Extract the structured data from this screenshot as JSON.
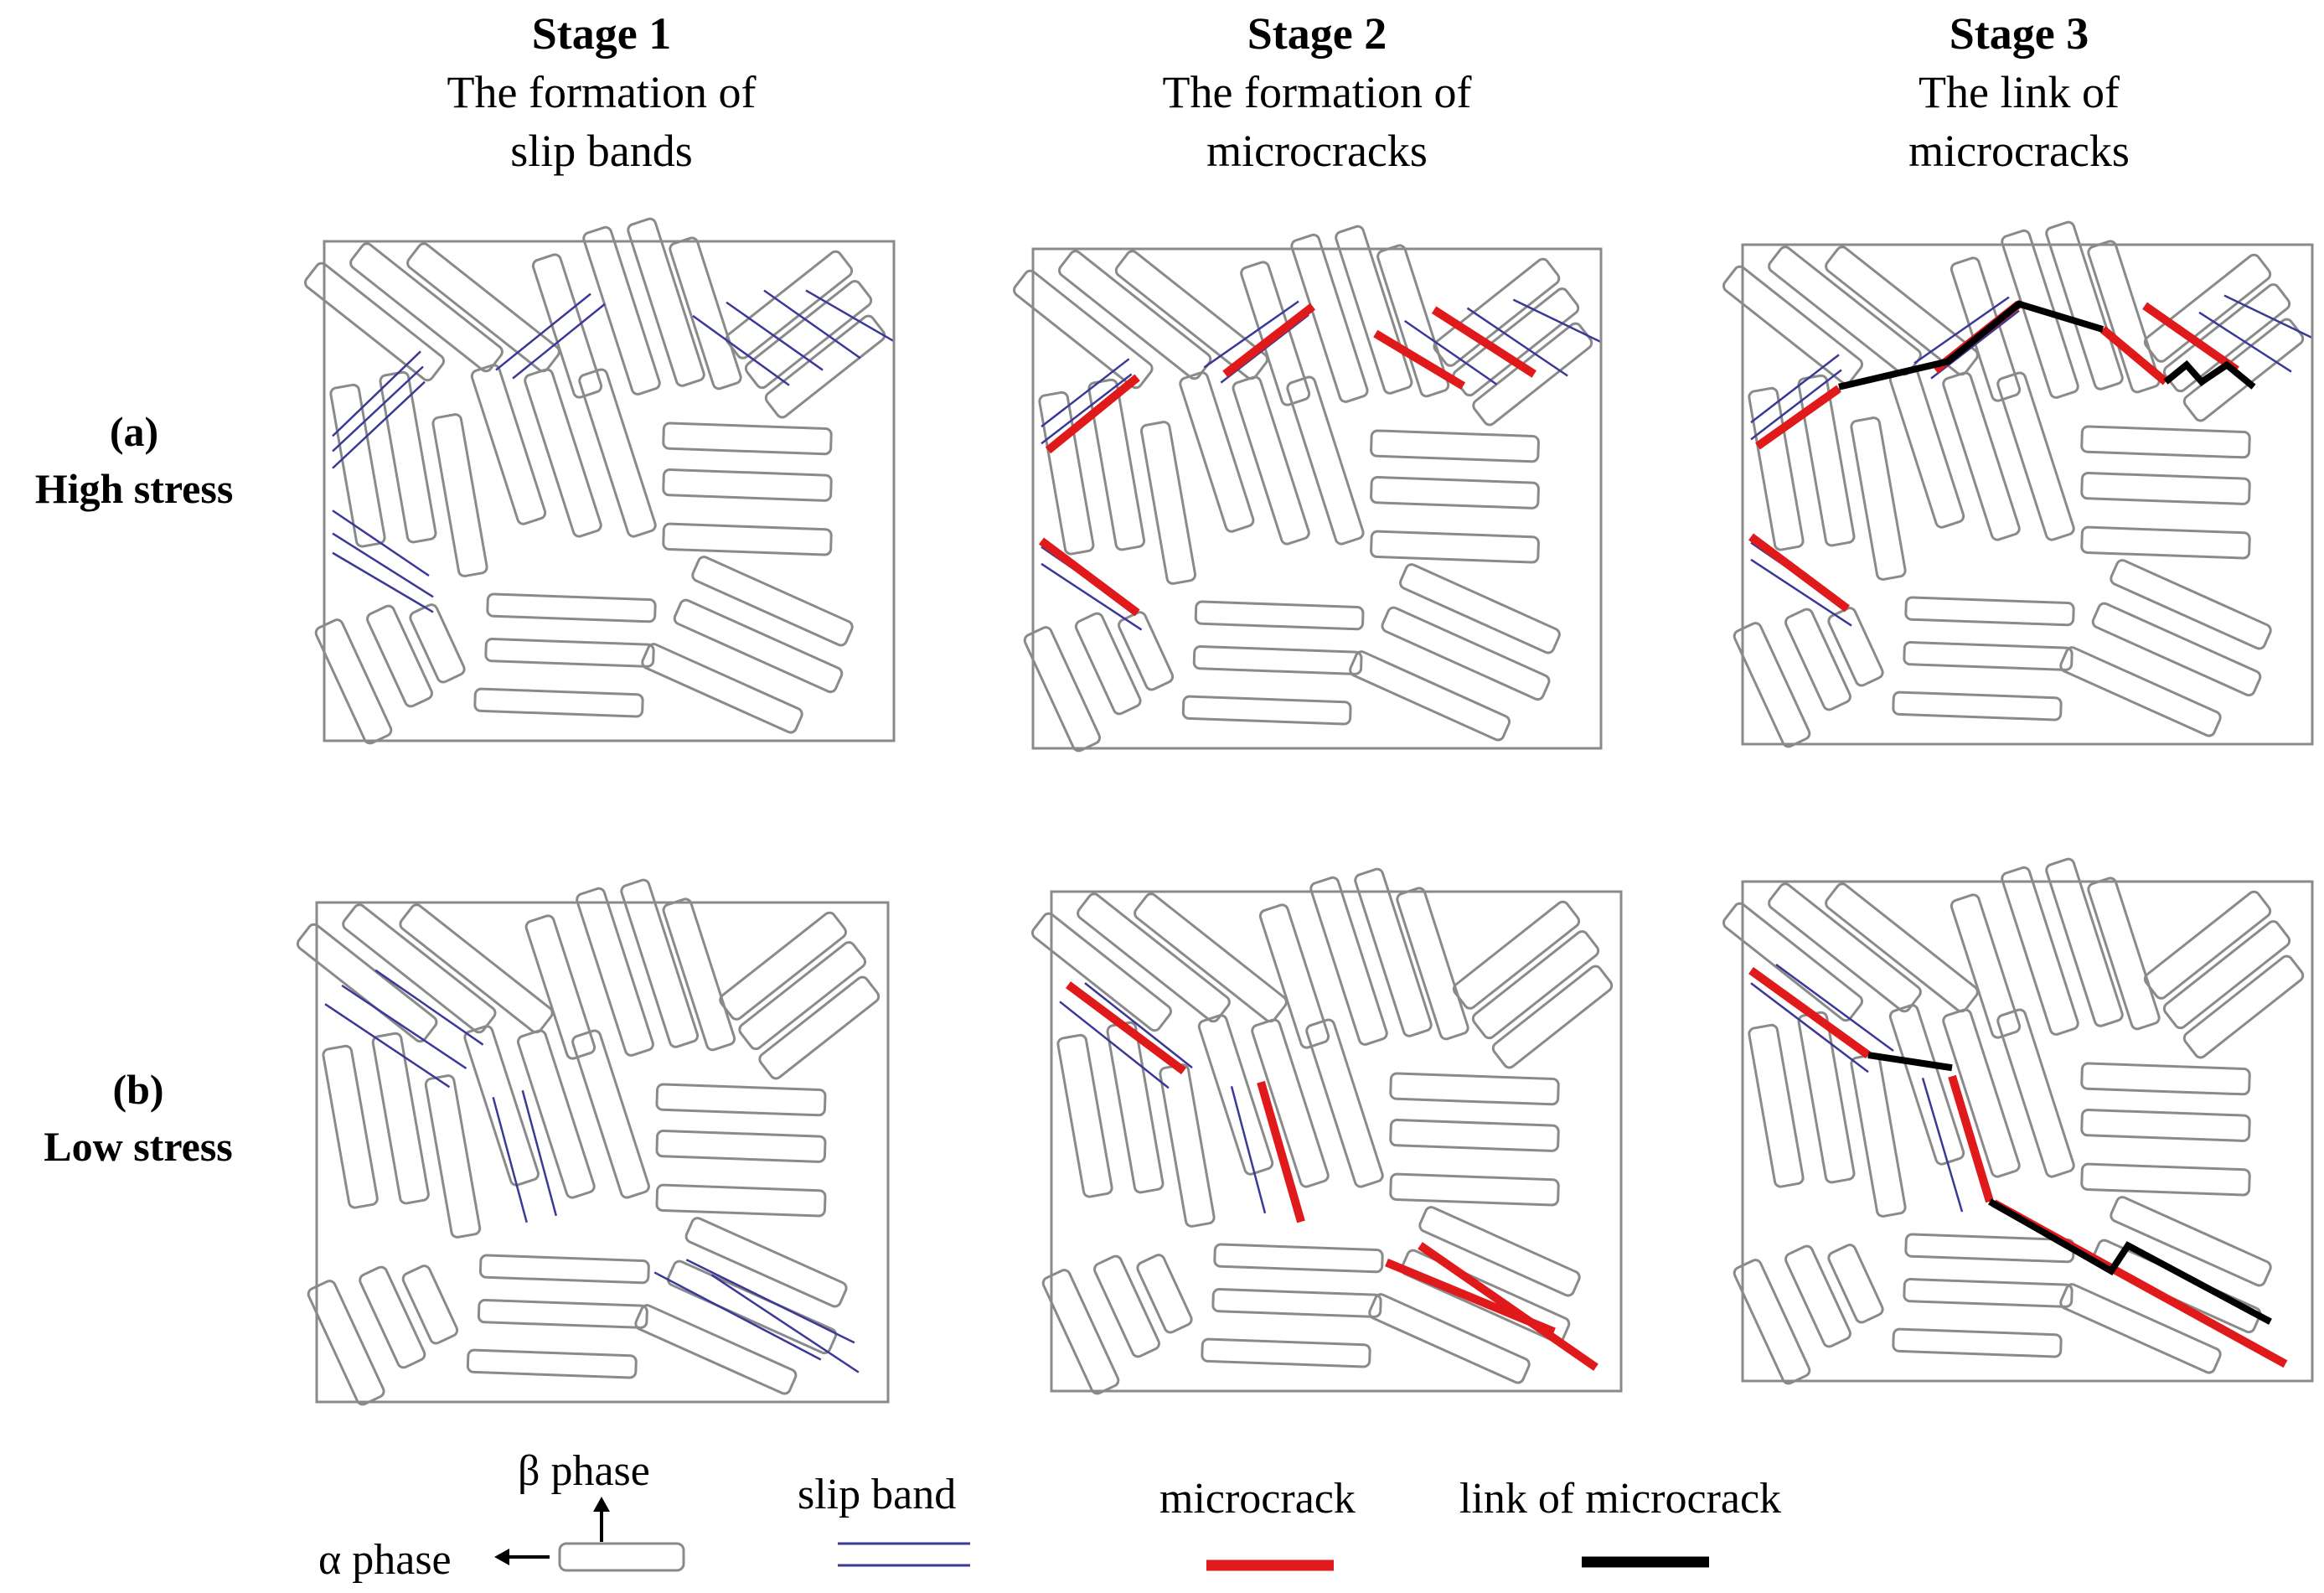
{
  "stages": [
    {
      "title": "Stage 1",
      "line1": "The formation of",
      "line2": "slip bands"
    },
    {
      "title": "Stage 2",
      "line1": "The formation of",
      "line2": "microcracks"
    },
    {
      "title": "Stage 3",
      "line1": "The link of",
      "line2": "microcracks"
    }
  ],
  "rows": [
    {
      "id": "(a)",
      "label": "High stress"
    },
    {
      "id": "(b)",
      "label": "Low stress"
    }
  ],
  "legend": {
    "beta_phase": "β phase",
    "alpha_phase": "α phase",
    "slip_band": "slip band",
    "microcrack": "microcrack",
    "link": "link of microcrack"
  },
  "colors": {
    "slip_band": "#3a3a96",
    "microcrack": "#e0191b",
    "link": "#000000",
    "grain_outline": "#8a8a8a"
  }
}
